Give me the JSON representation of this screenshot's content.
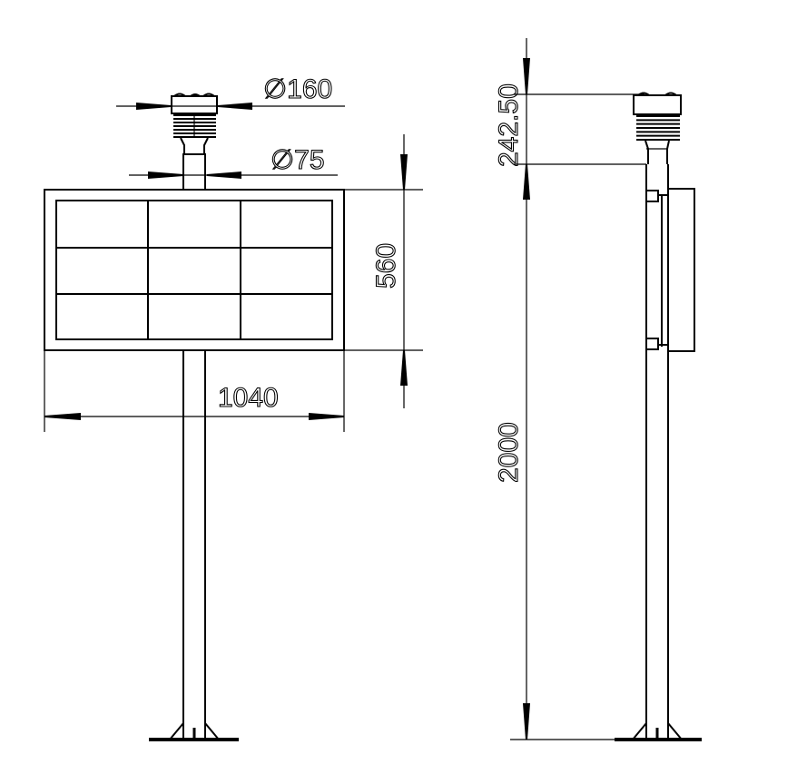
{
  "front_view": {
    "sensor_diameter": "∅160",
    "pole_diameter": "∅75",
    "panel_height": "560",
    "panel_width": "1040",
    "panel_grid": {
      "rows": 3,
      "columns": 3
    }
  },
  "side_view": {
    "sensor_height": "242.50",
    "pole_height": "2000"
  }
}
